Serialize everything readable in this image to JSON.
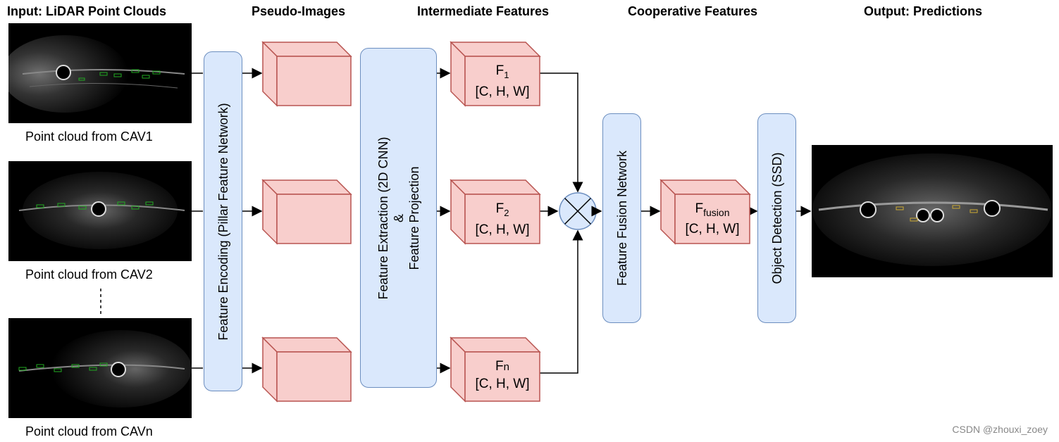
{
  "headers": {
    "input": "Input: LiDAR Point Clouds",
    "pseudo": "Pseudo-Images",
    "intermediate": "Intermediate Features",
    "cooperative": "Cooperative Features",
    "output": "Output: Predictions"
  },
  "captions": {
    "cav1": "Point cloud from CAV1",
    "cav2": "Point cloud from CAV2",
    "cavn": "Point cloud from CAVn"
  },
  "blocks": {
    "encoding": "Feature Encoding (Pillar Feature Network)",
    "extraction_line1": "Feature Extraction (2D CNN)",
    "extraction_line2": "&",
    "extraction_line3": "Feature Projection",
    "fusion_network": "Feature Fusion Network",
    "detection": "Object Detection (SSD)"
  },
  "features": {
    "f1_base": "F",
    "f1_sub": "1",
    "f2_base": "F",
    "f2_sub": "2",
    "fn_base": "F",
    "fn_sub": "n",
    "ffusion_base": "F",
    "ffusion_sub": "fusion",
    "shape": "[C, H, W]"
  },
  "watermark": "CSDN @zhouxi_zoey",
  "colors": {
    "blue_fill": "#dae8fc",
    "blue_stroke": "#6c8ebf",
    "red_fill": "#f8cecc",
    "red_stroke": "#b85450"
  }
}
